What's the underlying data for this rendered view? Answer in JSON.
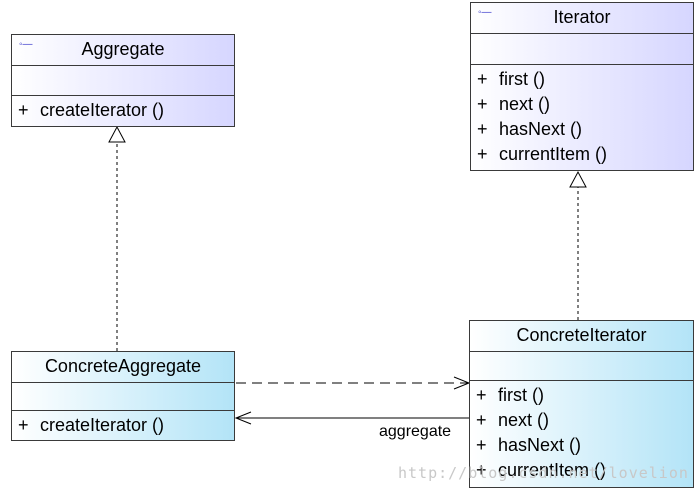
{
  "classes": {
    "aggregate": {
      "name": "Aggregate",
      "ops": [
        {
          "vis": "+",
          "sig": "createIterator ()"
        }
      ]
    },
    "iterator": {
      "name": "Iterator",
      "ops": [
        {
          "vis": "+",
          "sig": "first ()"
        },
        {
          "vis": "+",
          "sig": "next ()"
        },
        {
          "vis": "+",
          "sig": "hasNext ()"
        },
        {
          "vis": "+",
          "sig": "currentItem ()"
        }
      ]
    },
    "concrete_aggregate": {
      "name": "ConcreteAggregate",
      "ops": [
        {
          "vis": "+",
          "sig": "createIterator ()"
        }
      ]
    },
    "concrete_iterator": {
      "name": "ConcreteIterator",
      "ops": [
        {
          "vis": "+",
          "sig": "first ()"
        },
        {
          "vis": "+",
          "sig": "next ()"
        },
        {
          "vis": "+",
          "sig": "hasNext ()"
        },
        {
          "vis": "+",
          "sig": "currentItem ()"
        }
      ]
    }
  },
  "association_label": "aggregate",
  "watermark": "http://blog.csdn.net/lovelion",
  "colors": {
    "interface_fill": "#d6d6ff",
    "concrete_fill": "#b3e4f7",
    "border": "#3a3a3a",
    "stereotype_icon": "#3a3acc"
  },
  "icons": {
    "interface_marker": "interface-stereotype-icon"
  }
}
